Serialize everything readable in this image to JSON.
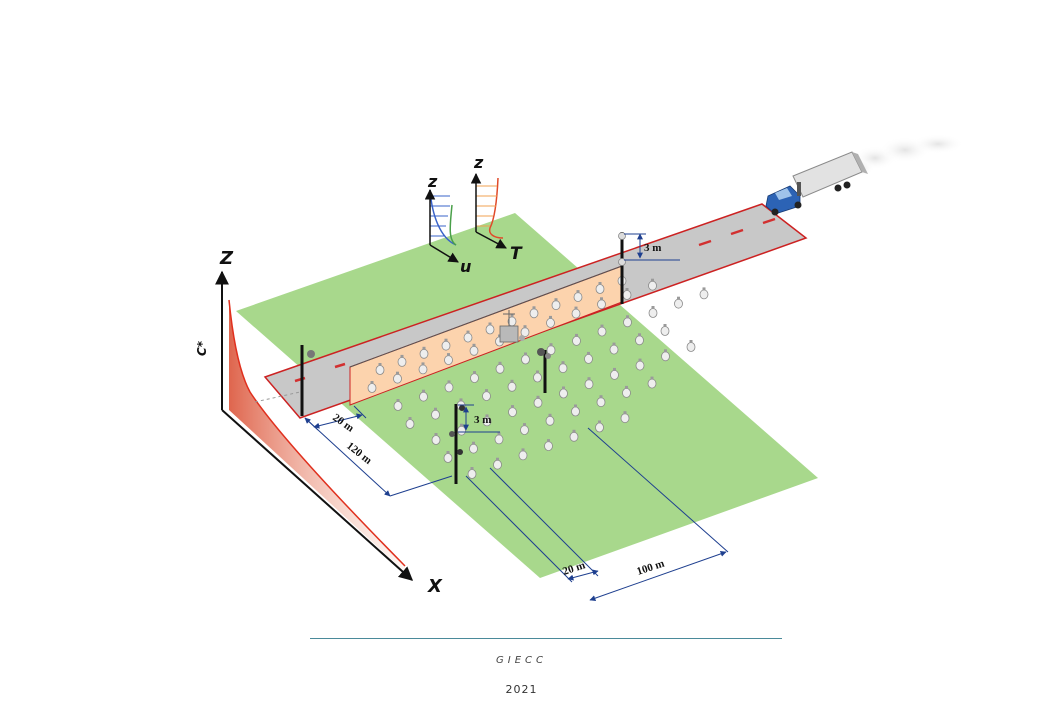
{
  "axes": {
    "z_main": "Z",
    "x_main": "X",
    "c_star": "C*",
    "z_wind": "z",
    "u_wind": "u",
    "z_temp": "z",
    "t_temp": "T"
  },
  "dimensions": {
    "tower_height_road": "3 m",
    "tower_height_field": "3 m",
    "near_offset": "20 m",
    "barrier_length": "120 m",
    "array_offset": "20 m",
    "array_depth": "100 m"
  },
  "footer": {
    "organization": "GIECC",
    "year": "2021"
  },
  "colors": {
    "grass": "#a8d88c",
    "road": "#c8c8c8",
    "road_edge": "#cc2222",
    "barrier": "#fcd3ad",
    "dimension": "#1e3f8f",
    "profile_fill": "#e8735a",
    "truck_cab": "#2c63b5"
  }
}
